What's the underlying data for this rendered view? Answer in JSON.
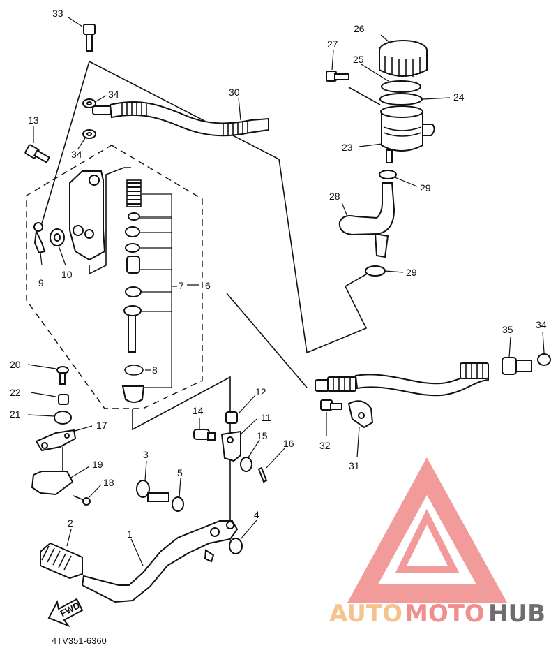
{
  "diagram": {
    "callouts": {
      "p1": "1",
      "p2": "2",
      "p3": "3",
      "p4": "4",
      "p5": "5",
      "p6": "6",
      "p7": "7",
      "p8": "8",
      "p9": "9",
      "p10": "10",
      "p11": "11",
      "p12": "12",
      "p13": "13",
      "p14": "14",
      "p15": "15",
      "p16": "16",
      "p17": "17",
      "p18": "18",
      "p19": "19",
      "p20": "20",
      "p21": "21",
      "p22": "22",
      "p23": "23",
      "p24": "24",
      "p25": "25",
      "p26": "26",
      "p27": "27",
      "p28": "28",
      "p29a": "29",
      "p29b": "29",
      "p30": "30",
      "p31": "31",
      "p32": "32",
      "p33": "33",
      "p34a": "34",
      "p34b": "34",
      "p34c": "34",
      "p35": "35"
    },
    "fwd_label": "FWD",
    "drawing_code": "4TV351-6360"
  },
  "watermark": {
    "text_a": "AUTO",
    "text_b": "MOTO",
    "text_c": "HUB",
    "colors": {
      "auto": "#f5b97a",
      "moto": "#ef7c7c",
      "hub": "#555555",
      "logo": "#f08a8a"
    }
  }
}
